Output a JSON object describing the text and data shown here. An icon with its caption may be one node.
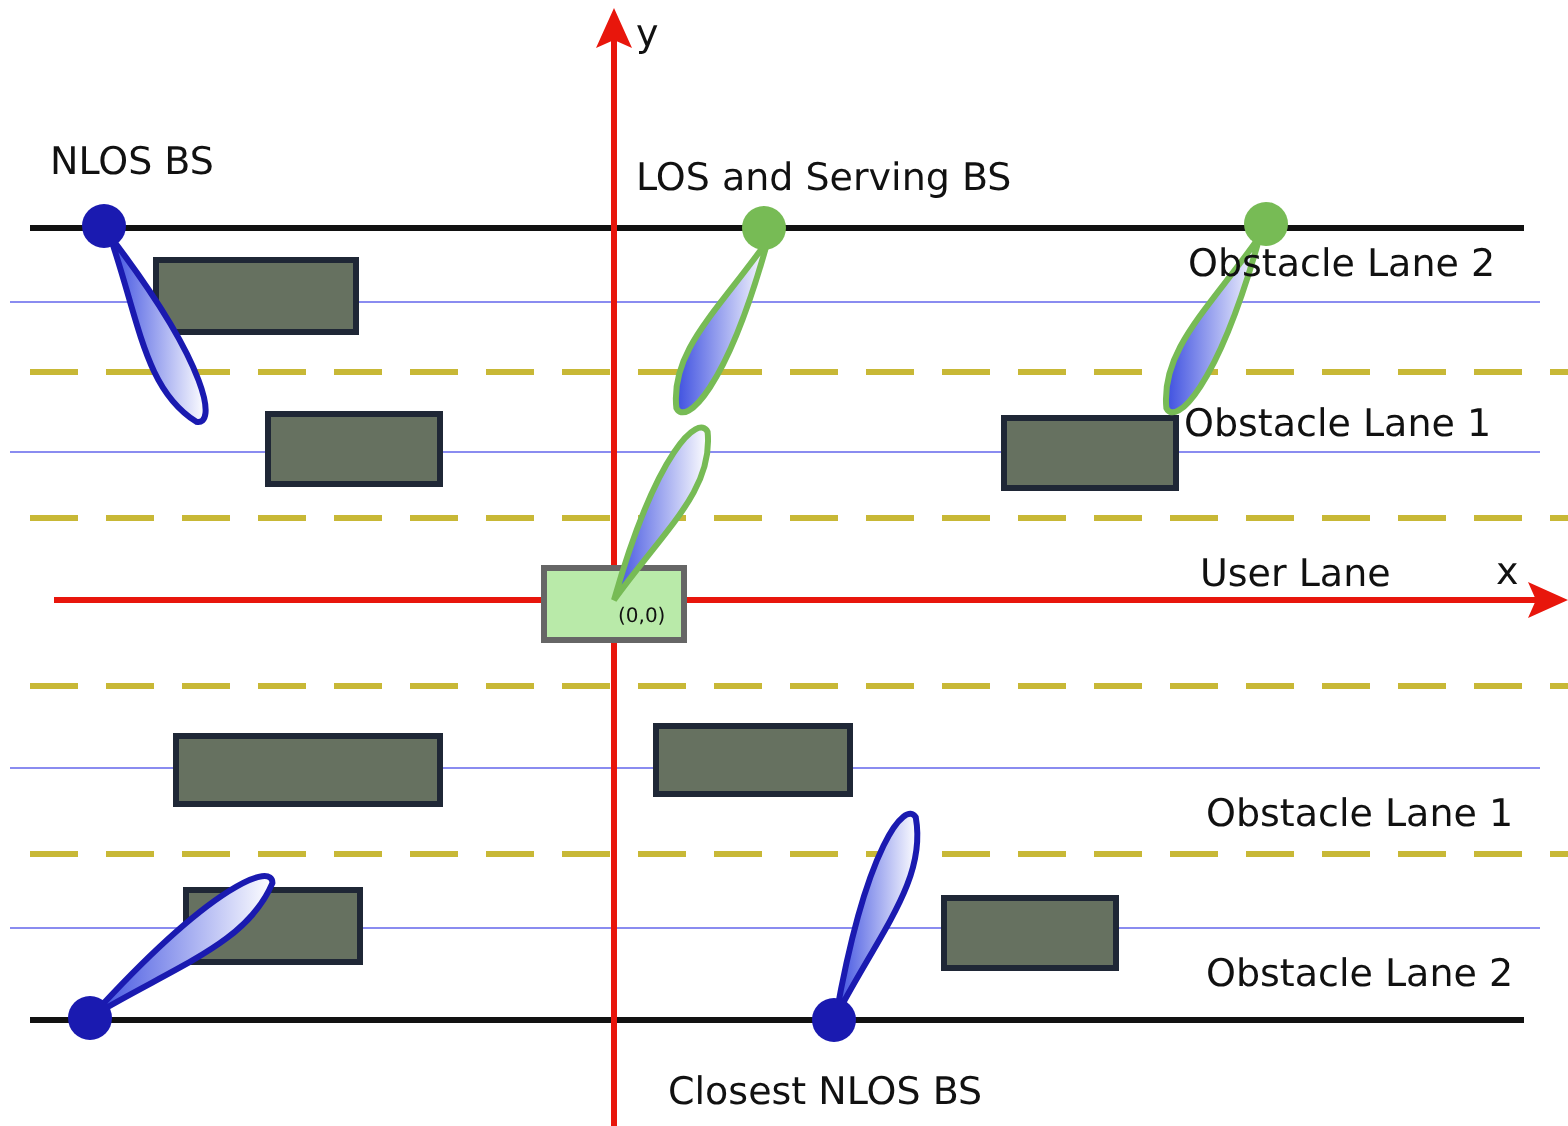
{
  "diagram": {
    "nodes": [
      {
        "text": [],
        "shape": "circle",
        "beside": [
          "NLOS BS"
        ]
      },
      {
        "text": [],
        "shape": "circle",
        "beside": [
          "LOS and Serving BS"
        ]
      },
      {
        "text": [],
        "shape": "circle"
      },
      {
        "text": [],
        "shape": "box"
      },
      {
        "text": [],
        "shape": "circle"
      },
      {
        "text": [],
        "shape": "circle",
        "beside": [
          "Closest NLOS BS"
        ]
      },
      {
        "text": [],
        "shape": "box"
      },
      {
        "text": [],
        "shape": "box"
      },
      {
        "text": [],
        "shape": "box"
      },
      {
        "text": [],
        "shape": "box"
      },
      {
        "text": [],
        "shape": "box"
      },
      {
        "text": [],
        "shape": "box"
      },
      {
        "text": [],
        "shape": "box"
      }
    ],
    "labels": [
      "y",
      "Obstacle Lane 2",
      "Obstacle Lane 1",
      "User Lane",
      "x",
      "(0,0)",
      "Obstacle Lane 1",
      "Obstacle Lane 2"
    ]
  }
}
